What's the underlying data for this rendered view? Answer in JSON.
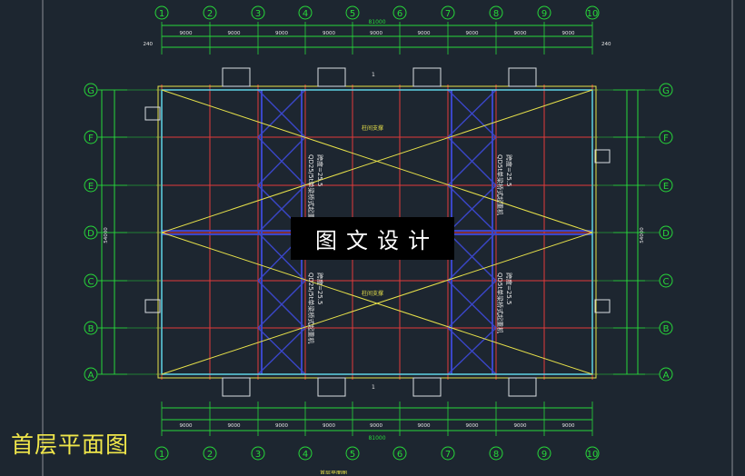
{
  "plan": {
    "axes_x": [
      "1",
      "2",
      "3",
      "4",
      "5",
      "6",
      "7",
      "8",
      "9",
      "10"
    ],
    "axes_y": [
      "A",
      "B",
      "C",
      "D",
      "E",
      "F",
      "G"
    ],
    "total_dim": "81000",
    "bay_dims": [
      "9000",
      "9000",
      "9000",
      "9000",
      "9000",
      "9000",
      "9000",
      "9000",
      "9000"
    ],
    "left_edge_dim": "240",
    "right_edge_dim": "240",
    "overall_height_dim": "54000",
    "section_mark": "1",
    "brace_label_left": "QD25/5t单梁桥式起重机",
    "brace_label_right": "QD5t单梁桥式起重机",
    "span_label": "跨度=25.5",
    "tag_upper": "柱间支撑",
    "tag_lower": "柱间支撑"
  },
  "watermark": "图文设计",
  "caption": "首层平面图",
  "bottom_title": "首层平面图",
  "colors": {
    "background": "#1d2630",
    "axis_green": "#27d83a",
    "grid_red": "#e23a3a",
    "brace_yellow": "#e8e24a",
    "beam_blue": "#3a46c8",
    "wall_cyan": "#5fd3e6",
    "caption_yellow": "#f0e64a"
  }
}
